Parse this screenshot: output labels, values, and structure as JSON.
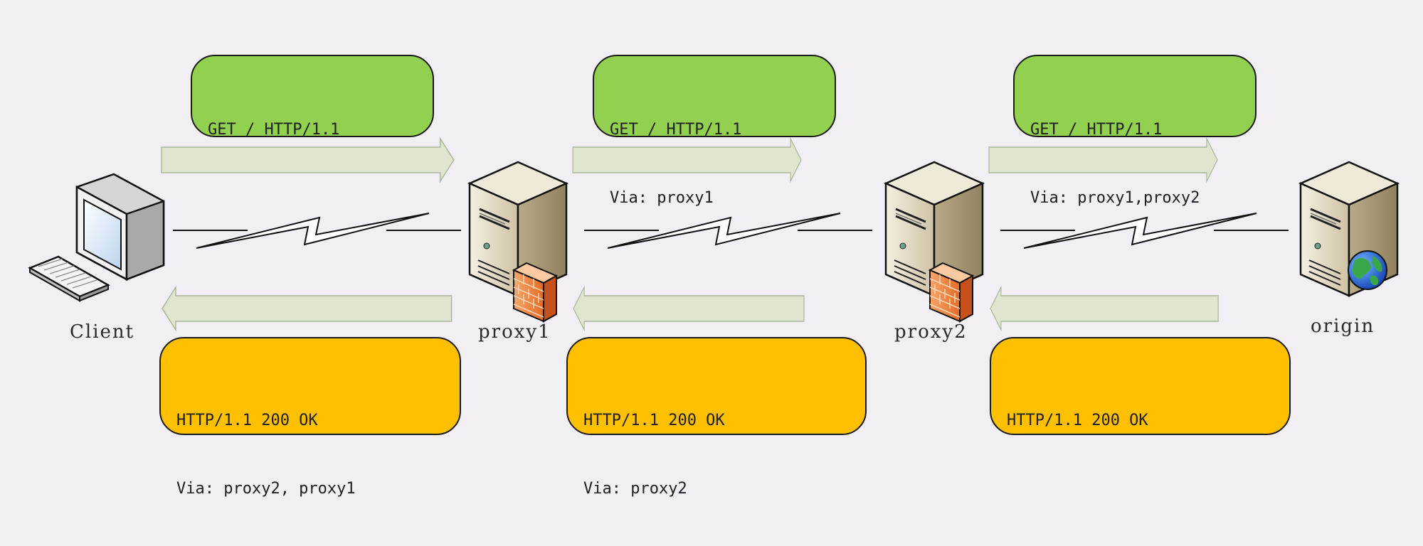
{
  "nodes": [
    {
      "id": "client",
      "label": "Client"
    },
    {
      "id": "proxy1",
      "label": "proxy1"
    },
    {
      "id": "proxy2",
      "label": "proxy2"
    },
    {
      "id": "origin",
      "label": "origin"
    }
  ],
  "requests": [
    {
      "line1": "GET / HTTP/1.1",
      "line2": ""
    },
    {
      "line1": "GET / HTTP/1.1",
      "line2": "Via: proxy1"
    },
    {
      "line1": "GET / HTTP/1.1",
      "line2": "Via: proxy1,proxy2"
    }
  ],
  "responses": [
    {
      "line1": "HTTP/1.1 200 OK",
      "line2": "Via: proxy2, proxy1"
    },
    {
      "line1": "HTTP/1.1 200 OK",
      "line2": "Via: proxy2"
    },
    {
      "line1": "HTTP/1.1 200 OK",
      "line2": ""
    }
  ],
  "colors": {
    "background": "#f1eff4",
    "request_box": "#92d050",
    "response_box": "#ffc000",
    "arrow_fill": "#dfe5cf",
    "arrow_stroke": "#a9b59a"
  },
  "icons": {
    "client": "desktop-computer-icon",
    "proxy": "server-firewall-icon",
    "origin": "server-globe-icon"
  }
}
